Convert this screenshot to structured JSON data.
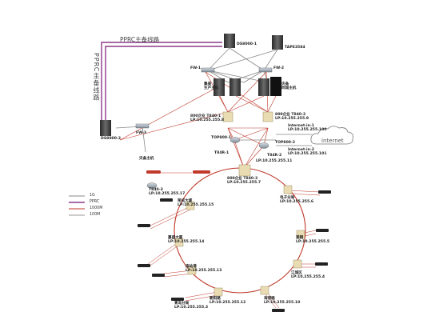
{
  "link_labels": {
    "pprc_horizontal": "PPRC主备线路",
    "pprc_vertical": "PPRC主备线路"
  },
  "internet": "internet",
  "legend": [
    {
      "label": "1G",
      "color": "#888888"
    },
    {
      "label": "PPRC",
      "color": "#8b3a8b"
    },
    {
      "label": "1000M",
      "color": "#c0392b"
    },
    {
      "label": "100M",
      "color": "#999999"
    }
  ],
  "labels": {
    "ds8000_1": "DS8000-1",
    "tape": "TAPE3584",
    "fw1": "FW-1",
    "fw2": "FW-2",
    "prod_host": "集美\n生产主机",
    "backup_host": "灾备\n同城主机",
    "ds8000_2": "DS8000-2",
    "fw3": "FW-3",
    "dr_host": "灾备主机",
    "core1": "800企业 T840-1\nLP:10.255.255.8",
    "core2": "800企业 T840-2\nLP:10.255.255.9",
    "top1": "TOP800-1",
    "top2": "TOP800-2",
    "rmt1": "T84R-1",
    "rmt2": "T84R-2",
    "edge_a": "Internet-in-1\nLP:10.255.255.100",
    "edge_b": "Internet-in-2\nLP:10.255.255.101",
    "ring_top": "800企业 T840-3\nLP:10.255.255.7",
    "ring_top_ip": "LP:10.255.255.11",
    "t843": "T840-3\nLP:10.255.255.17",
    "n1": "荣成大厦\nLP:10.255.255.15",
    "n2": "电子分局\nLP:10.255.255.6",
    "n3": "嘉盛大厦\nLP:10.255.255.14",
    "n4": "莱钢\nLP:10.255.255.5",
    "n5": "南站港\nLP:10.255.255.13",
    "n6": "江城区\nLP:10.255.255.4",
    "n7": "朝阳路\nLP:10.255.255.12",
    "n8": "青岛分局\nLP:10.255.255.3",
    "n9": "海港路\nLP:10.255.255.10"
  }
}
